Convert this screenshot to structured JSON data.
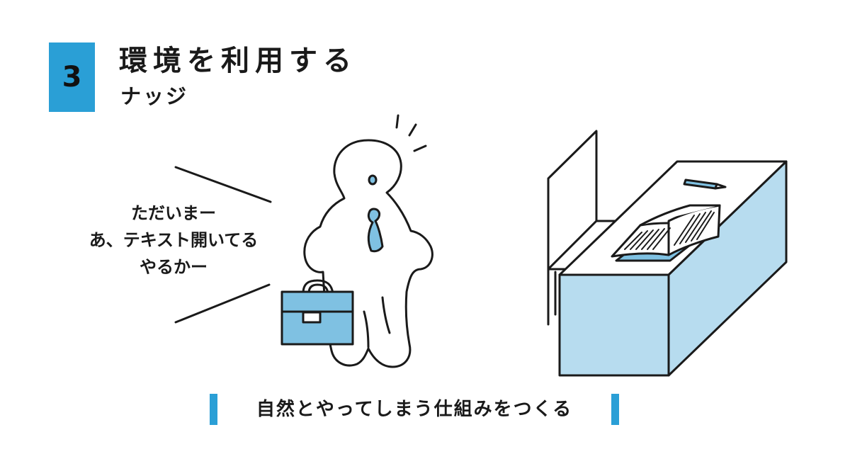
{
  "header": {
    "number": "3",
    "title": "環境を利用する",
    "subtitle": "ナッジ"
  },
  "speech": {
    "lines": [
      "ただいまー",
      "あ、テキスト開いてる",
      "やるかー"
    ]
  },
  "caption": "自然とやってしまう仕組みをつくる",
  "colors": {
    "accent_blue": "#2a9fd6",
    "light_blue": "#a8d4ea",
    "line": "#1a1a1a"
  },
  "icons": [
    "person-figure",
    "briefcase-icon",
    "desk-icon",
    "chair-icon",
    "open-book-icon",
    "pencil-icon"
  ]
}
